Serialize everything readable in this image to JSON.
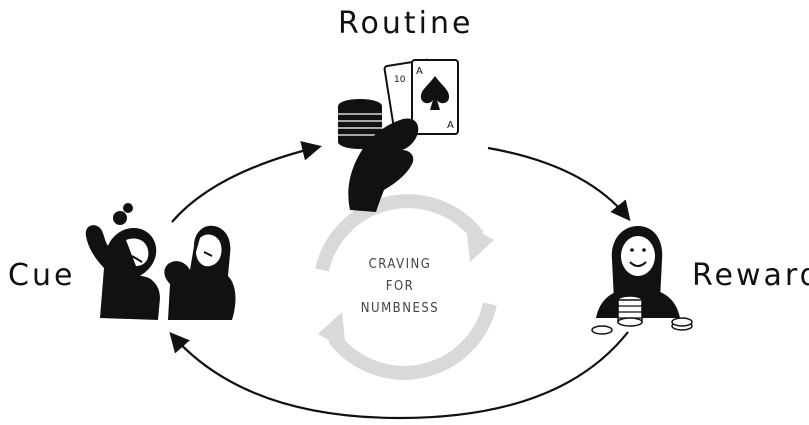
{
  "labels": {
    "routine": "Routine",
    "cue": "Cue",
    "reward": "Reward"
  },
  "center": {
    "line1": "CRAVING",
    "line2": "FOR",
    "line3": "NUMBNESS"
  },
  "cards": {
    "back_rank": "10",
    "front_rank_top": "A",
    "front_rank_bottom": "A"
  },
  "colors": {
    "ink": "#111111",
    "cycle_gray": "#d9d9d9",
    "background": "#ffffff"
  }
}
